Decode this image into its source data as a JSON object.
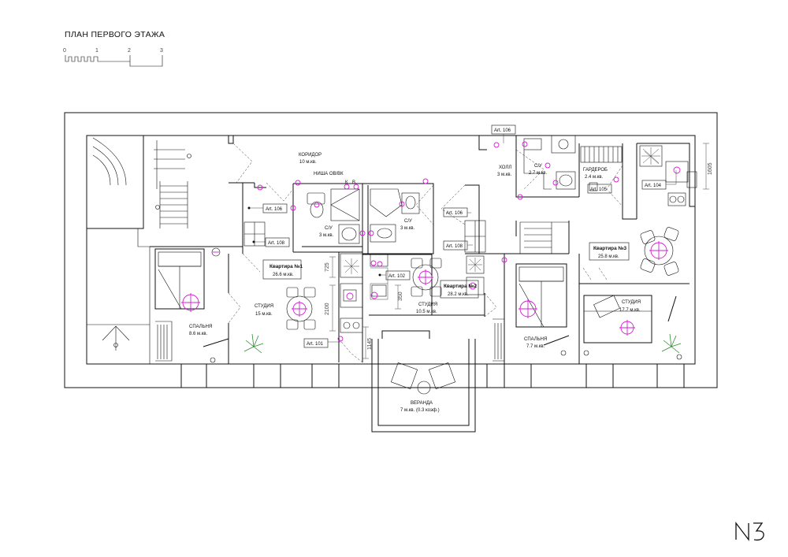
{
  "title": "ПЛАН ПЕРВОГО ЭТАЖА",
  "scale": {
    "ticks": [
      "0",
      "1",
      "2",
      "3"
    ]
  },
  "logo": "N3",
  "colors": {
    "fixture_accent": "#d21fd2",
    "plant": "#2e8b2e",
    "line": "#111111"
  },
  "rooms": {
    "corridor": {
      "name": "КОРИДОР",
      "area": "10 м.кв."
    },
    "niche": {
      "name": "НИША ОВ/ВК"
    },
    "kv": {
      "k": "К",
      "v": "В"
    },
    "wc1": {
      "name": "С/У",
      "area": "3 м.кв."
    },
    "wc2": {
      "name": "С/У",
      "area": "3 м.кв."
    },
    "wc3": {
      "name": "С/У",
      "area": "2.7 м.кв."
    },
    "hall": {
      "name": "ХОЛЛ",
      "area": "3 м.кв."
    },
    "wardrobe": {
      "name": "ГАРДЕРОБ",
      "area": "2.4 м.кв."
    },
    "studio1": {
      "name": "СТУДИЯ",
      "area": "15 м.кв."
    },
    "bedroom1": {
      "name": "СПАЛЬНЯ",
      "area": "8.6 м.кв."
    },
    "studio2": {
      "name": "СТУДИЯ",
      "area": "10.5 м.кв."
    },
    "bedroom2": {
      "name": "СПАЛЬНЯ",
      "area": "7.7 м.кв."
    },
    "studio3": {
      "name": "СТУДИЯ",
      "area": "17.7 м.кв."
    },
    "veranda": {
      "name": "ВЕРАНДА",
      "area": "7 м.кв. (0.3 коэф.)"
    }
  },
  "apartments": {
    "apt1": {
      "name": "Квартира №1",
      "area": "26.6 м.кв."
    },
    "apt2": {
      "name": "Квартира №2",
      "area": "28.2 м.кв."
    },
    "apt3": {
      "name": "Квартира №3",
      "area": "25.8 м.кв."
    }
  },
  "tags": {
    "art106_a": "Art. 106",
    "art108_a": "Art. 108",
    "art106_b": "Art. 106",
    "art108_b": "Art. 108",
    "art106_c": "Art. 106",
    "art105": "Art. 105",
    "art104": "Art. 104",
    "art102": "Art. 102",
    "art101": "Art. 101"
  },
  "dimensions": {
    "d725": "725",
    "d2100": "2100",
    "d1145": "1145",
    "d350": "350",
    "d1605": "1605"
  }
}
